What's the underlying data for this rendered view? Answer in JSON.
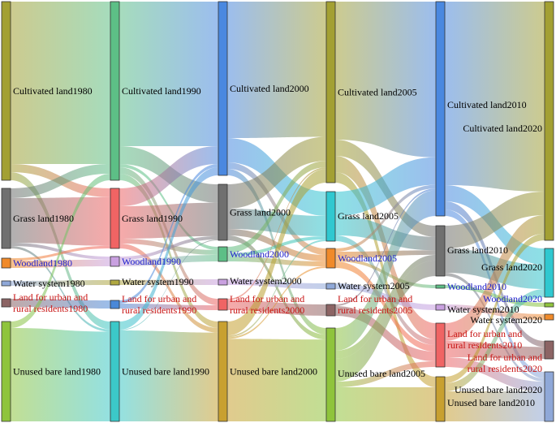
{
  "diagram": {
    "type": "sankey",
    "years": [
      "1980",
      "1990",
      "2000",
      "2005",
      "2010",
      "2020"
    ],
    "categories": [
      {
        "key": "cultivated",
        "name": "Cultivated land"
      },
      {
        "key": "grass",
        "name": "Grass land"
      },
      {
        "key": "wood",
        "name": "Woodland"
      },
      {
        "key": "water",
        "name": "Water system"
      },
      {
        "key": "urban",
        "name": "Land for urban and rural residents"
      },
      {
        "key": "unused",
        "name": "Unused bare land"
      }
    ],
    "nodes": [
      {
        "id": "cultivated-1980",
        "label": "Cultivated land1980",
        "color": "#a3a033"
      },
      {
        "id": "grass-1980",
        "label": "Grass land1980",
        "color": "#707070"
      },
      {
        "id": "wood-1980",
        "label": "Woodland1980",
        "color": "#f08a2a"
      },
      {
        "id": "water-1980",
        "label": "Water system1980",
        "color": "#8fa8d8"
      },
      {
        "id": "urban-1980",
        "label_lines": [
          "Land for urban and",
          "rural residents1980"
        ],
        "color": "#8c6464"
      },
      {
        "id": "unused-1980",
        "label": "Unused bare land1980",
        "color": "#8fc43c"
      },
      {
        "id": "cultivated-1990",
        "label": "Cultivated land1990",
        "color": "#5dbf86"
      },
      {
        "id": "grass-1990",
        "label": "Grass land1990",
        "color": "#f06464"
      },
      {
        "id": "wood-1990",
        "label": "Woodland1990",
        "color": "#c9a0e0"
      },
      {
        "id": "water-1990",
        "label": "Water system1990",
        "color": "#b0a840"
      },
      {
        "id": "urban-1990",
        "label_lines": [
          "Land for urban and",
          "rural residents1990"
        ],
        "color": "#4a88d8"
      },
      {
        "id": "unused-1990",
        "label": "Unused bare land1990",
        "color": "#3cc8c8"
      },
      {
        "id": "cultivated-2000",
        "label": "Cultivated land2000",
        "color": "#4a88e0"
      },
      {
        "id": "grass-2000",
        "label": "Grass land2000",
        "color": "#707070"
      },
      {
        "id": "wood-2000",
        "label": "Woodland2000",
        "color": "#5dbf86"
      },
      {
        "id": "water-2000",
        "label": "Water system2000",
        "color": "#c9a0e0"
      },
      {
        "id": "urban-2000",
        "label_lines": [
          "Land for urban and",
          "rural residents2000"
        ],
        "color": "#f06464"
      },
      {
        "id": "unused-2000",
        "label": "Unused bare land2000",
        "color": "#c8a030"
      },
      {
        "id": "cultivated-2005",
        "label": "Cultivated land2005",
        "color": "#a3a033"
      },
      {
        "id": "grass-2005",
        "label": "Grass land2005",
        "color": "#30c8d0"
      },
      {
        "id": "wood-2005",
        "label": "Woodland2005",
        "color": "#f08a2a"
      },
      {
        "id": "water-2005",
        "label": "Water system2005",
        "color": "#8fa8d8"
      },
      {
        "id": "urban-2005",
        "label_lines": [
          "Land for urban and",
          "rural residents2005"
        ],
        "color": "#8c6464"
      },
      {
        "id": "unused-2005",
        "label": "Unused bare land2005",
        "color": "#8fc43c"
      },
      {
        "id": "cultivated-2010",
        "label": "Cultivated land2010",
        "color": "#4a88e0"
      },
      {
        "id": "grass-2010",
        "label": "Grass land2010",
        "color": "#707070"
      },
      {
        "id": "wood-2010",
        "label": "Woodland2010",
        "color": "#5dbf86"
      },
      {
        "id": "water-2010",
        "label": "Water system2010",
        "color": "#c9a0e0"
      },
      {
        "id": "urban-2010",
        "label_lines": [
          "Land for urban and",
          "rural residents2010"
        ],
        "color": "#f06464"
      },
      {
        "id": "unused-2010",
        "label": "Unused bare land2010",
        "color": "#c8a030"
      },
      {
        "id": "cultivated-2020",
        "label": "Cultivated land2020",
        "color": "#a3a033"
      },
      {
        "id": "grass-2020",
        "label": "Grass land2020",
        "color": "#30c8d0"
      },
      {
        "id": "wood-2020",
        "label": "Woodland2020",
        "color": "#8fc43c"
      },
      {
        "id": "water-2020",
        "label": "Water system2020",
        "color": "#f08a2a"
      },
      {
        "id": "urban-2020",
        "label_lines": [
          "Land for urban and",
          "rural residents2020"
        ],
        "color": "#8c6464"
      },
      {
        "id": "unused-2020",
        "label": "Unused bare land2020",
        "color": "#8fa8d8"
      }
    ],
    "label_colors": {
      "default": "#000000",
      "wood": "#1f1fcc",
      "urban": "#c81414"
    }
  }
}
